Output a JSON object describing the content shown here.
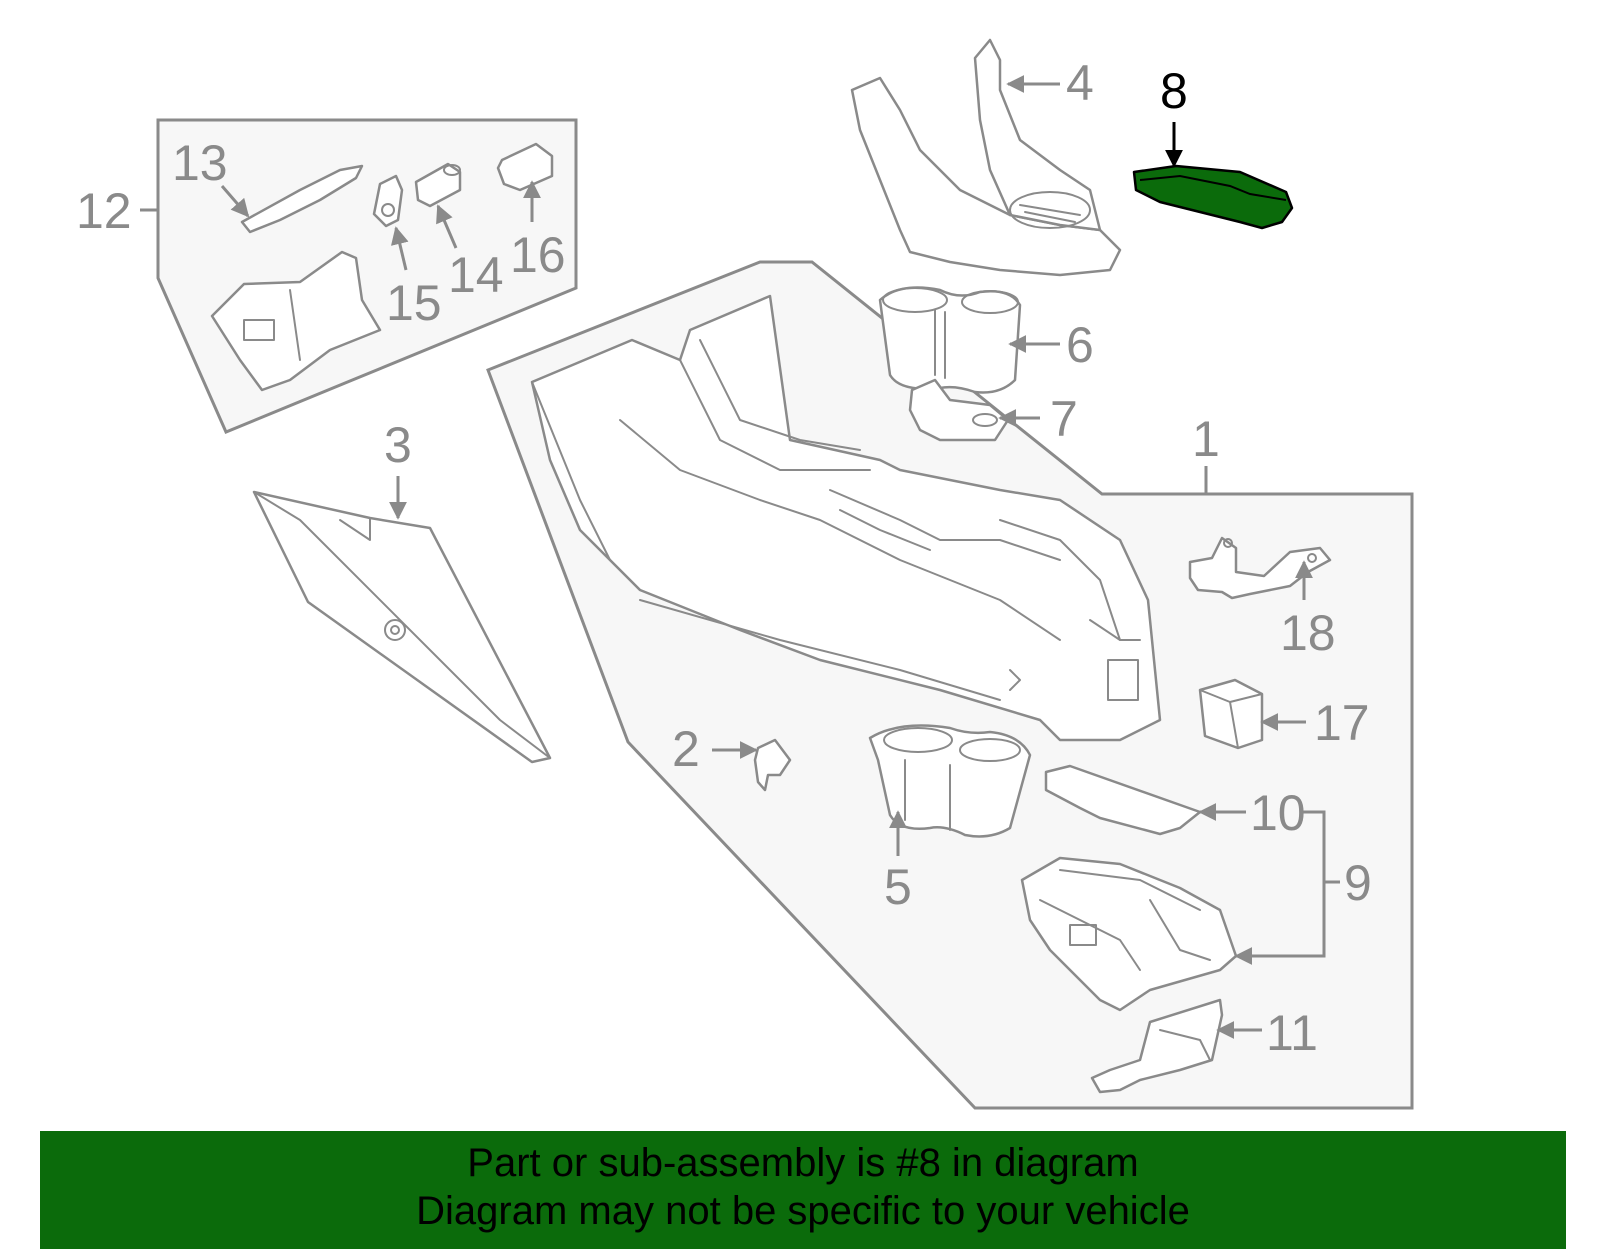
{
  "highlight_color": "#0b6b0b",
  "line_color": "#8a8a8a",
  "callouts": {
    "c1": "1",
    "c2": "2",
    "c3": "3",
    "c4": "4",
    "c5": "5",
    "c6": "6",
    "c7": "7",
    "c8": "8",
    "c9": "9",
    "c10": "10",
    "c11": "11",
    "c12": "12",
    "c13": "13",
    "c14": "14",
    "c15": "15",
    "c16": "16",
    "c17": "17",
    "c18": "18"
  },
  "banner": {
    "line1": "Part or sub-assembly is #8 in diagram",
    "line2": "Diagram may not be specific to your vehicle"
  }
}
